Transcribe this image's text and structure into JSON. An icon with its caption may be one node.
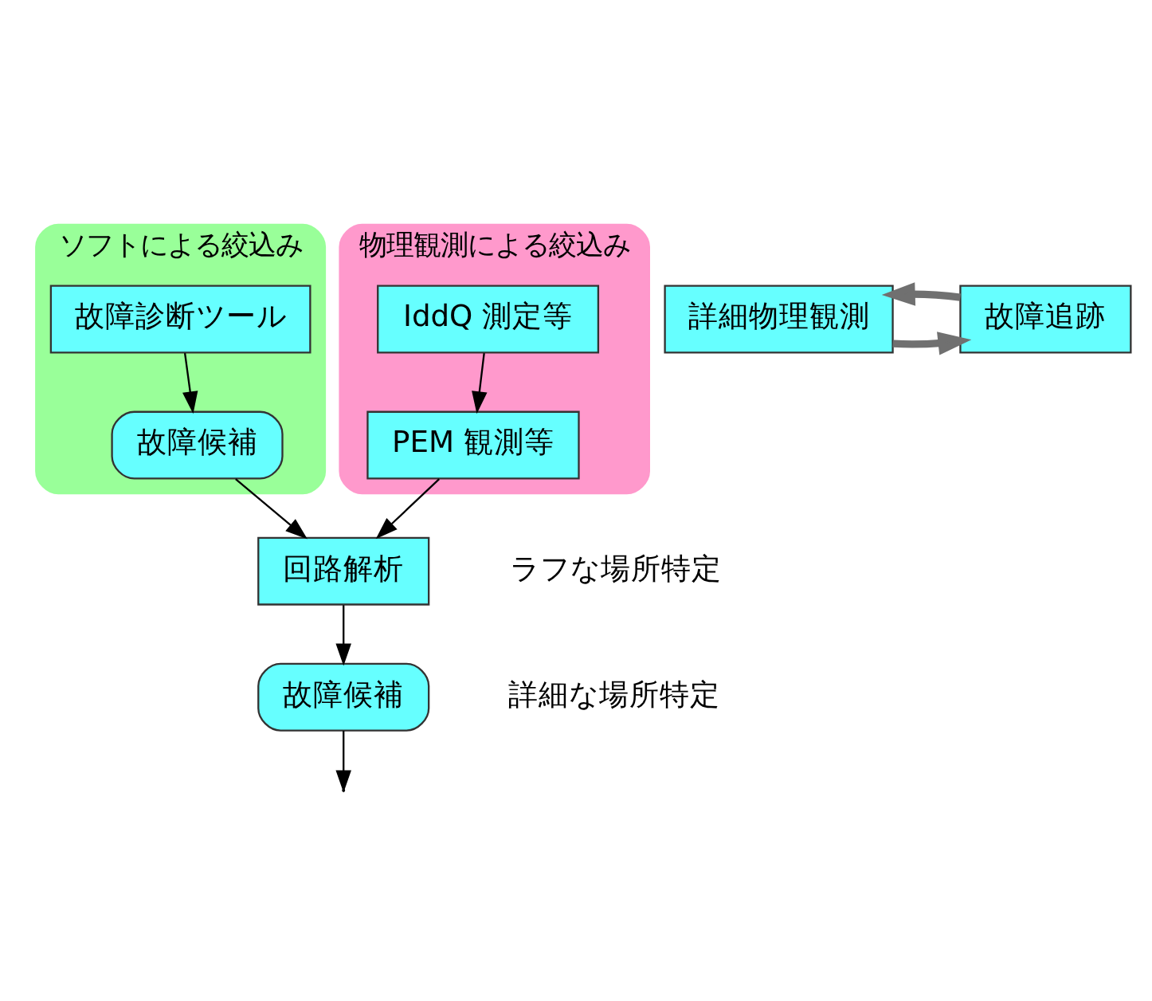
{
  "diagram": {
    "nodes": [
      {
        "text": [
          "ソフトによる絞込み"
        ]
      },
      {
        "text": [
          "故障診断ツール"
        ],
        "in": 0
      },
      {
        "text": [
          "故障候補"
        ],
        "in": 0
      },
      {
        "text": [
          "物理観測による絞込み"
        ]
      },
      {
        "text": [
          "IddQ 測定等"
        ],
        "in": 3
      },
      {
        "text": [
          "PEM 観測等"
        ],
        "in": 3
      },
      {
        "text": [
          "回路解析"
        ]
      },
      {
        "text": [
          "故障候補"
        ]
      },
      {
        "text": [
          "詳細物理観測"
        ]
      },
      {
        "text": [
          "故障追跡"
        ]
      }
    ],
    "edges": [
      {
        "from": 1,
        "to": 2,
        "arrow": "to"
      },
      {
        "from": 4,
        "to": 5,
        "arrow": "to"
      },
      {
        "from": 2,
        "to": 6,
        "arrow": "to"
      },
      {
        "from": 5,
        "to": 6,
        "arrow": "to"
      },
      {
        "from": 6,
        "to": 7,
        "arrow": "to"
      },
      {
        "from": 7,
        "to": null,
        "arrow": "to"
      },
      {
        "from": 8,
        "to": 9,
        "arrow": "to",
        "style": "thick",
        "color": "#707070"
      },
      {
        "from": 9,
        "to": 8,
        "arrow": "to",
        "style": "thick",
        "color": "#707070"
      }
    ],
    "labels": [
      "ラフな場所特定",
      "詳細な場所特定"
    ]
  }
}
